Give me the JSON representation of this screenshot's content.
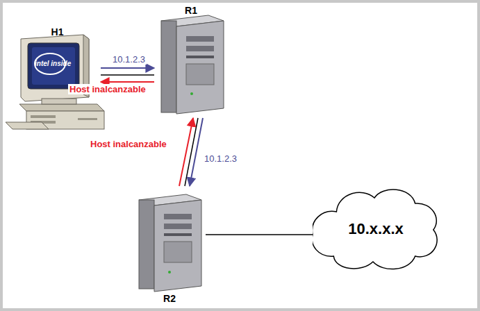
{
  "diagram": {
    "nodes": [
      {
        "text": [
          "H1"
        ]
      },
      {
        "text": [
          "R1"
        ]
      },
      {
        "text": [
          "R2"
        ]
      },
      {
        "text": [
          "10.x.x.x"
        ]
      }
    ],
    "edges": [
      {
        "from": 0,
        "to": 1,
        "arrow": "none"
      },
      {
        "from": 0,
        "to": 1,
        "label": "10.1.2.3",
        "arrow": "to"
      },
      {
        "from": 1,
        "to": 0,
        "label": "Host inalcanzable",
        "arrow": "to"
      },
      {
        "from": 1,
        "to": 2,
        "arrow": "none"
      },
      {
        "from": 2,
        "to": 1,
        "label": "Host inalcanzable",
        "arrow": "to"
      },
      {
        "from": 1,
        "to": 2,
        "label": "10.1.2.3",
        "arrow": "to"
      },
      {
        "from": 2,
        "to": 3,
        "arrow": "none"
      }
    ],
    "labels": [
      "intel inside"
    ]
  }
}
